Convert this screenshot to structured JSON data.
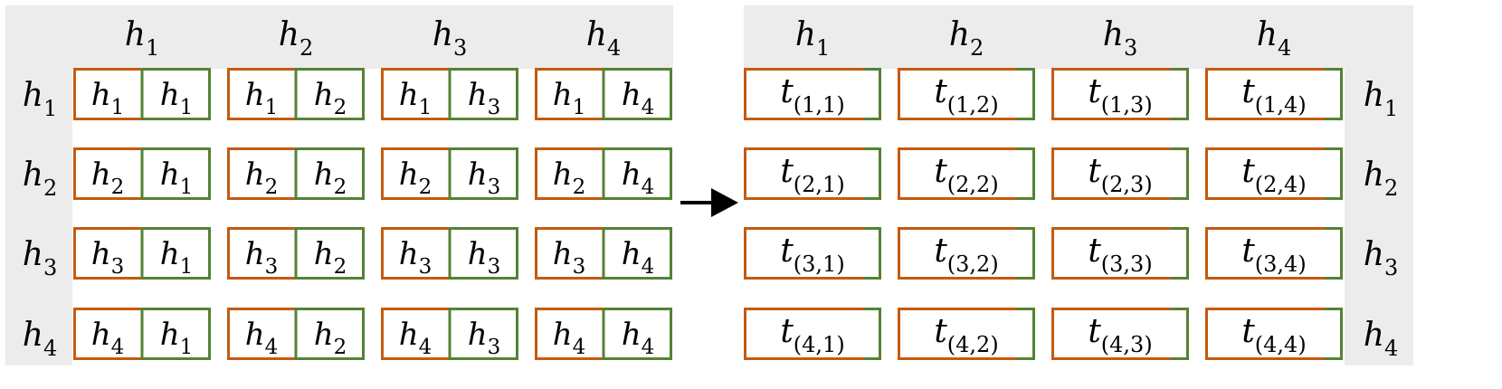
{
  "colors": {
    "panel_bg": "#ececec",
    "cell_bg": "#ffffff",
    "border_left": "#c55a11",
    "border_right": "#548235",
    "accent_blue": "#2e75b6",
    "arrow": "#000000"
  },
  "left_panel": {
    "col_headers": [
      {
        "base": "h",
        "sub": "1"
      },
      {
        "base": "h",
        "sub": "2"
      },
      {
        "base": "h",
        "sub": "3"
      },
      {
        "base": "h",
        "sub": "4"
      }
    ],
    "row_headers": [
      {
        "base": "h",
        "sub": "1"
      },
      {
        "base": "h",
        "sub": "2"
      },
      {
        "base": "h",
        "sub": "3"
      },
      {
        "base": "h",
        "sub": "4"
      }
    ]
  },
  "right_panel": {
    "col_headers": [
      {
        "base": "h",
        "sub": "1"
      },
      {
        "base": "h",
        "sub": "2"
      },
      {
        "base": "h",
        "sub": "3"
      },
      {
        "base": "h",
        "sub": "4"
      }
    ],
    "row_headers": [
      {
        "base": "h",
        "sub": "1"
      },
      {
        "base": "h",
        "sub": "2"
      },
      {
        "base": "h",
        "sub": "3"
      },
      {
        "base": "h",
        "sub": "4"
      }
    ],
    "cell_base": "t"
  }
}
